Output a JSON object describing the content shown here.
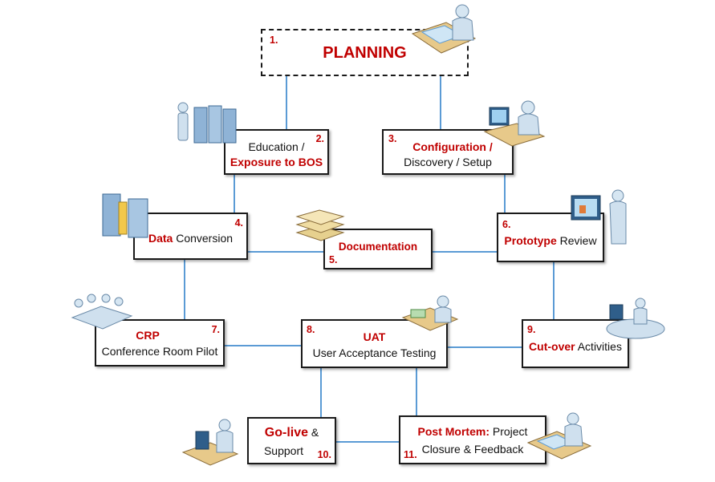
{
  "planning": {
    "num": "1.",
    "title": "PLANNING"
  },
  "steps": {
    "education": {
      "num": "2.",
      "line1": "Education /",
      "line2": "Exposure to BOS"
    },
    "configuration": {
      "num": "3.",
      "line1": "Configuration /",
      "line2": "Discovery / Setup"
    },
    "data_conversion": {
      "num": "4.",
      "bold": "Data",
      "rest": " Conversion"
    },
    "documentation": {
      "num": "5.",
      "label": "Documentation"
    },
    "prototype": {
      "num": "6.",
      "bold": "Prototype",
      "rest": " Review"
    },
    "crp": {
      "num": "7.",
      "line1": "CRP",
      "line2": "Conference Room Pilot"
    },
    "uat": {
      "num": "8.",
      "line1": "UAT",
      "line2": "User Acceptance Testing"
    },
    "cutover": {
      "num": "9.",
      "bold": "Cut-over",
      "rest": " Activities"
    },
    "golive": {
      "num": "10.",
      "bold": "Go-live",
      "rest": " &",
      "line2": "Support"
    },
    "postmortem": {
      "num": "11.",
      "bold": "Post Mortem:",
      "rest": " Project",
      "line2": "Closure & Feedback"
    }
  },
  "colors": {
    "accent_red": "#c00000",
    "connector_blue": "#5b9bd5",
    "box_border": "#1a1a1a"
  },
  "icons": [
    "person-at-desk-icon",
    "server-rack-icon",
    "monitor-user-icon",
    "paper-stack-icon",
    "presenter-board-icon",
    "meeting-table-icon",
    "workstation-icon"
  ]
}
